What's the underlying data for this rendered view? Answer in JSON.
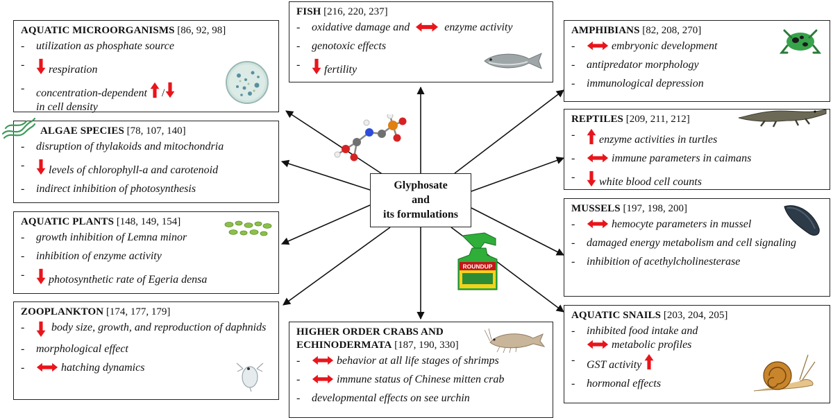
{
  "center": {
    "lines": [
      "Glyphosate",
      "and",
      "its formulations"
    ]
  },
  "boxes": {
    "microorganisms": {
      "title": "AQUATIC MICROORGANISMS",
      "refs": "[86, 92, 98]",
      "items": [
        "utilization as phosphate source",
        "respiration",
        "concentration-dependent",
        "in cell density"
      ]
    },
    "algae": {
      "title": "ALGAE SPECIES",
      "refs": "[78, 107, 140]",
      "items": [
        "disruption of thylakoids and mitochondria",
        "levels of chlorophyll-a and carotenoid",
        "indirect inhibition of photosynthesis"
      ]
    },
    "plants": {
      "title": "AQUATIC PLANTS",
      "refs": "[148, 149, 154]",
      "items": [
        "growth inhibition of Lemna minor",
        "inhibition of enzyme activity",
        "photosynthetic rate of Egeria densa"
      ]
    },
    "zooplankton": {
      "title": "ZOOPLANKTON",
      "refs": "[174, 177, 179]",
      "items": [
        "body size, growth, and reproduction of daphnids",
        "morphological effect",
        "hatching dynamics"
      ]
    },
    "fish": {
      "title": "FISH",
      "refs": "[216, 220, 237]",
      "items": [
        "oxidative damage and",
        "enzyme activity",
        "genotoxic effects",
        "fertility"
      ]
    },
    "crabs": {
      "title": "HIGHER ORDER CRABS AND",
      "title2": "ECHINODERMATA",
      "refs": "[187, 190, 330]",
      "items": [
        "behavior at all life stages of shrimps",
        "immune status of Chinese mitten crab",
        "developmental effects on see urchin"
      ]
    },
    "amphibians": {
      "title": "AMPHIBIANS",
      "refs": "[82, 208, 270]",
      "items": [
        "embryonic development",
        "antipredator morphology",
        "immunological depression"
      ]
    },
    "reptiles": {
      "title": "REPTILES",
      "refs": "[209, 211, 212]",
      "items": [
        "enzyme activities in turtles",
        "immune parameters in caimans",
        "white blood cell counts"
      ]
    },
    "mussels": {
      "title": "MUSSELS",
      "refs": "[197, 198, 200]",
      "items": [
        "hemocyte parameters in mussel",
        "damaged energy metabolism and cell signaling",
        "inhibition of acethylcholinesterase"
      ]
    },
    "snails": {
      "title": "AQUATIC SNAILS",
      "refs": "[203, 204, 205]",
      "items": [
        "inhibited food intake and",
        "metabolic profiles",
        "GST activity",
        "hormonal effects"
      ]
    }
  },
  "product_label": "ROUNDUP",
  "colors": {
    "arrow_red": "#e8151b",
    "line": "#111111",
    "text": "#111111"
  },
  "icons": [
    "microorganism-petri-icon",
    "algae-icon",
    "lemna-icon",
    "daphnia-icon",
    "fish-icon",
    "shrimp-icon",
    "frog-icon",
    "caiman-icon",
    "mussel-icon",
    "snail-icon",
    "glyphosate-molecule-icon",
    "roundup-bottle-icon"
  ]
}
